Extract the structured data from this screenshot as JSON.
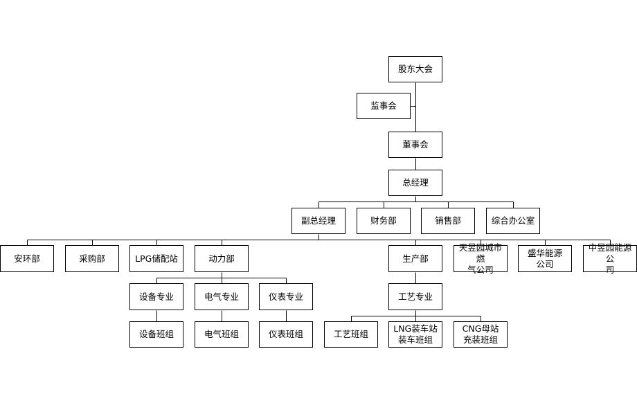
{
  "colors": {
    "line": "#000000",
    "box_border": "#000000",
    "text": "#000000",
    "background": "#ffffff"
  },
  "nodes": {
    "shareholders": "股东大会",
    "supervisory_board": "监事会",
    "board": "董事会",
    "general_manager": "总经理",
    "deputy_gm": "副总经理",
    "finance": "财务部",
    "sales": "销售部",
    "general_office": "综合办公室",
    "safety_env": "安环部",
    "procurement": "采购部",
    "lpg_station": "LPG储配站",
    "power_dept": "动力部",
    "production": "生产部",
    "tianyu_gas": "天昱园城市燃\n气公司",
    "shenghua_energy": "盛华能源\n公司",
    "zhongyu_energy": "中昱园能源公\n司",
    "equipment_spec": "设备专业",
    "electrical_spec": "电气专业",
    "instrument_spec": "仪表专业",
    "process_spec": "工艺专业",
    "equipment_team": "设备班组",
    "electrical_team": "电气班组",
    "instrument_team": "仪表班组",
    "process_team": "工艺班组",
    "lng_team": "LNG装车站\n装车班组",
    "cng_team": "CNG母站\n充装班组"
  }
}
